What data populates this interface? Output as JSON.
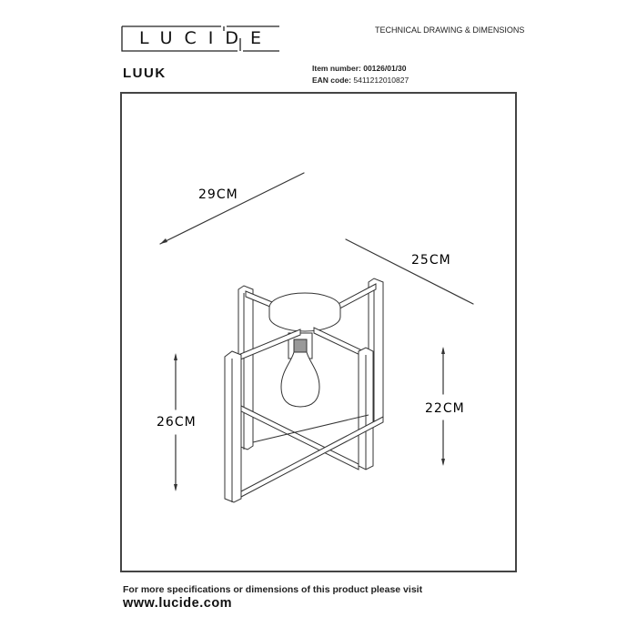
{
  "header": {
    "brand_logo": "LUCIDE",
    "document_type": "TECHNICAL DRAWING & DIMENSIONS"
  },
  "product": {
    "name": "LUUK",
    "item_number_label": "Item number:",
    "item_number": "00126/01/30",
    "ean_label": "EAN code:",
    "ean_code": "5411212010827"
  },
  "drawing": {
    "dimensions": {
      "length": "29CM",
      "width": "25CM",
      "height_total": "26CM",
      "height_frame": "22CM"
    },
    "illustration": "ceiling-lamp-square-frame-with-bulb"
  },
  "footer": {
    "note": "For more specifications or dimensions of this product please visit",
    "url": "www.lucide.com"
  }
}
